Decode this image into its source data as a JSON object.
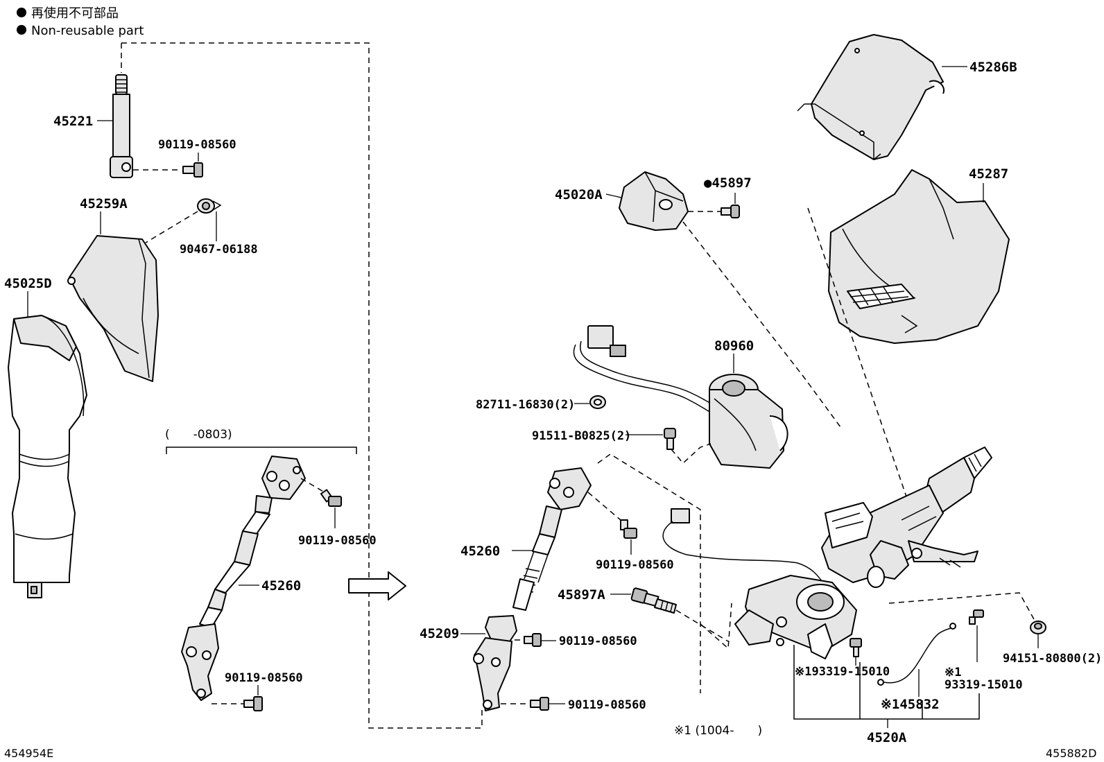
{
  "legend": {
    "bullet": "●",
    "line1": "再使用不可部品",
    "line2": "Non-reusable part"
  },
  "figure_ids": {
    "left": "454954E",
    "right": "455882D"
  },
  "notes": {
    "left_range": "(　　-0803)",
    "right_range": "※1 (1004-　　)"
  },
  "parts": {
    "p45221": "45221",
    "p90119_08560_a": "90119-08560",
    "p45259A": "45259A",
    "p90467_06188": "90467-06188",
    "p45025D": "45025D",
    "p90119_08560_b": "90119-08560",
    "p45260_left": "45260",
    "p90119_08560_c": "90119-08560",
    "p45286B": "45286B",
    "p45287": "45287",
    "p45020A": "45020A",
    "p45897": "●45897",
    "p80960": "80960",
    "p82711_16830": "82711-16830(2)",
    "p91511_B0825": "91511-B0825(2)",
    "p45260_right": "45260",
    "p90119_08560_d": "90119-08560",
    "p45897A": "45897A",
    "p45209": "45209",
    "p90119_08560_e": "90119-08560",
    "p90119_08560_f": "90119-08560",
    "p93319_15010_a": "※193319-15010",
    "p93319_15010_b_mark": "※1",
    "p93319_15010_b": "93319-15010",
    "p94151_80800": "94151-80800(2)",
    "p45832": "※145832",
    "p4520A": "4520A"
  }
}
